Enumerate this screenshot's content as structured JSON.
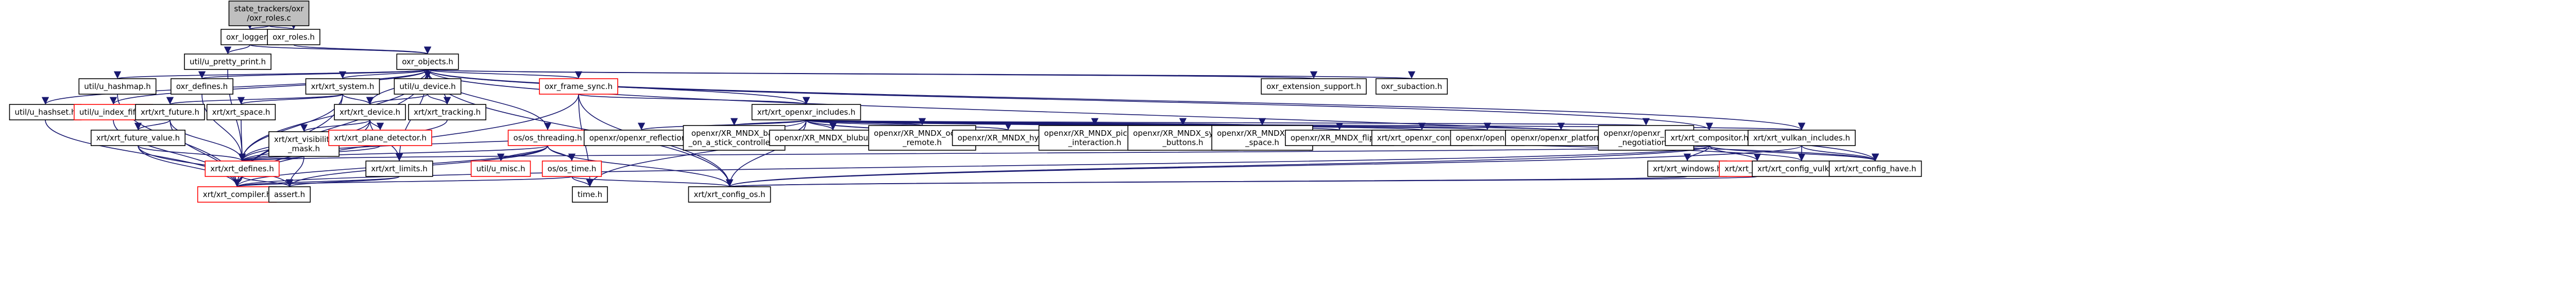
{
  "colors": {
    "edge": "#191970",
    "node_border": "#000000",
    "node_fill": "#ffffff",
    "root_fill": "#bfbfbf",
    "missing_border": "#ff0000"
  },
  "nodes": [
    {
      "id": "root",
      "label": "state_trackers/oxr\n/oxr_roles.c",
      "style": "root"
    },
    {
      "id": "oxr_logger",
      "label": "oxr_logger.h"
    },
    {
      "id": "oxr_roles_h",
      "label": "oxr_roles.h"
    },
    {
      "id": "u_pretty_print",
      "label": "util/u_pretty_print.h"
    },
    {
      "id": "oxr_objects",
      "label": "oxr_objects.h"
    },
    {
      "id": "u_hashmap",
      "label": "util/u_hashmap.h"
    },
    {
      "id": "oxr_defines",
      "label": "oxr_defines.h"
    },
    {
      "id": "u_hashset",
      "label": "util/u_hashset.h"
    },
    {
      "id": "u_index_fifo",
      "label": "util/u_index_fifo.h",
      "style": "missing"
    },
    {
      "id": "xrt_system",
      "label": "xrt/xrt_system.h"
    },
    {
      "id": "xrt_future",
      "label": "xrt/xrt_future.h"
    },
    {
      "id": "xrt_future_value",
      "label": "xrt/xrt_future_value.h"
    },
    {
      "id": "xrt_space",
      "label": "xrt/xrt_space.h"
    },
    {
      "id": "u_device",
      "label": "util/u_device.h"
    },
    {
      "id": "xrt_device",
      "label": "xrt/xrt_device.h"
    },
    {
      "id": "xrt_visibility_mask",
      "label": "xrt/xrt_visibility\n_mask.h"
    },
    {
      "id": "xrt_plane_detector",
      "label": "xrt/xrt_plane_detector.h",
      "style": "missing"
    },
    {
      "id": "xrt_tracking",
      "label": "xrt/xrt_tracking.h"
    },
    {
      "id": "xrt_limits",
      "label": "xrt/xrt_limits.h"
    },
    {
      "id": "xrt_defines",
      "label": "xrt/xrt_defines.h",
      "style": "missing"
    },
    {
      "id": "xrt_compiler",
      "label": "xrt/xrt_compiler.h",
      "style": "missing"
    },
    {
      "id": "assert_h",
      "label": "assert.h"
    },
    {
      "id": "os_threading",
      "label": "os/os_threading.h",
      "style": "missing"
    },
    {
      "id": "u_misc",
      "label": "util/u_misc.h",
      "style": "missing"
    },
    {
      "id": "os_time",
      "label": "os/os_time.h",
      "style": "missing"
    },
    {
      "id": "time_h",
      "label": "time.h"
    },
    {
      "id": "xrt_config_os",
      "label": "xrt/xrt_config_os.h"
    },
    {
      "id": "oxr_frame_sync",
      "label": "oxr_frame_sync.h",
      "style": "missing"
    },
    {
      "id": "xrt_openxr_includes",
      "label": "xrt/xrt_openxr_includes.h"
    },
    {
      "id": "openxr_reflection",
      "label": "openxr/openxr_reflection.h"
    },
    {
      "id": "ball_on_a_stick",
      "label": "openxr/XR_MNDX_ball\n_on_a_stick_controller.h"
    },
    {
      "id": "blubur_s1",
      "label": "openxr/XR_MNDX_blubur_s1.h"
    },
    {
      "id": "oculus_remote",
      "label": "openxr/XR_MNDX_oculus\n_remote.h"
    },
    {
      "id": "hydra",
      "label": "openxr/XR_MNDX_hydra.h"
    },
    {
      "id": "pico_g2",
      "label": "openxr/XR_MNDX_pico_g2\n_interaction.h"
    },
    {
      "id": "system_buttons",
      "label": "openxr/XR_MNDX_system\n_buttons.h"
    },
    {
      "id": "xdev_space",
      "label": "openxr/XR_MNDX_xdev\n_space.h"
    },
    {
      "id": "flipvr",
      "label": "openxr/XR_MNDX_flipvr.h"
    },
    {
      "id": "xrt_openxr_config",
      "label": "xrt/xrt_openxr_config.h"
    },
    {
      "id": "openxr_h",
      "label": "openxr/openxr.h"
    },
    {
      "id": "openxr_platform",
      "label": "openxr/openxr_platform.h"
    },
    {
      "id": "openxr_loader_negotiation",
      "label": "openxr/openxr_loader\n_negotiation.h"
    },
    {
      "id": "xrt_compositor",
      "label": "xrt/xrt_compositor.h"
    },
    {
      "id": "xrt_windows",
      "label": "xrt/xrt_windows.h"
    },
    {
      "id": "xrt_handles",
      "label": "xrt/xrt_handles.h",
      "style": "missing"
    },
    {
      "id": "xrt_vulkan_includes",
      "label": "xrt/xrt_vulkan_includes.h"
    },
    {
      "id": "xrt_config_vulkan",
      "label": "xrt/xrt_config_vulkan.h"
    },
    {
      "id": "xrt_config_have",
      "label": "xrt/xrt_config_have.h"
    },
    {
      "id": "oxr_extension_support",
      "label": "oxr_extension_support.h"
    },
    {
      "id": "oxr_subaction",
      "label": "oxr_subaction.h"
    }
  ],
  "edges": [
    [
      "root",
      "oxr_logger"
    ],
    [
      "root",
      "oxr_roles_h"
    ],
    [
      "oxr_logger",
      "u_pretty_print"
    ],
    [
      "oxr_logger",
      "oxr_objects"
    ],
    [
      "oxr_roles_h",
      "oxr_objects"
    ],
    [
      "u_pretty_print",
      "xrt_defines"
    ],
    [
      "oxr_objects",
      "u_hashmap"
    ],
    [
      "oxr_objects",
      "oxr_defines"
    ],
    [
      "oxr_objects",
      "u_hashset"
    ],
    [
      "oxr_objects",
      "u_index_fifo"
    ],
    [
      "oxr_objects",
      "xrt_system"
    ],
    [
      "oxr_objects",
      "u_device"
    ],
    [
      "oxr_objects",
      "xrt_device"
    ],
    [
      "oxr_objects",
      "xrt_tracking"
    ],
    [
      "oxr_objects",
      "xrt_limits"
    ],
    [
      "oxr_objects",
      "xrt_compiler"
    ],
    [
      "oxr_objects",
      "os_threading"
    ],
    [
      "oxr_objects",
      "oxr_frame_sync"
    ],
    [
      "oxr_objects",
      "xrt_openxr_includes"
    ],
    [
      "oxr_objects",
      "oxr_extension_support"
    ],
    [
      "oxr_objects",
      "oxr_subaction"
    ],
    [
      "oxr_objects",
      "xrt_compositor"
    ],
    [
      "oxr_objects",
      "xrt_vulkan_includes"
    ],
    [
      "oxr_objects",
      "xrt_config_have"
    ],
    [
      "oxr_objects",
      "xrt_defines"
    ],
    [
      "oxr_objects",
      "xrt_config_os"
    ],
    [
      "u_hashmap",
      "xrt_compiler"
    ],
    [
      "u_hashset",
      "xrt_compiler"
    ],
    [
      "u_index_fifo",
      "xrt_compiler"
    ],
    [
      "oxr_defines",
      "xrt_defines"
    ],
    [
      "xrt_system",
      "xrt_future"
    ],
    [
      "xrt_system",
      "xrt_space"
    ],
    [
      "xrt_system",
      "xrt_device"
    ],
    [
      "xrt_system",
      "xrt_defines"
    ],
    [
      "xrt_system",
      "xrt_compiler"
    ],
    [
      "xrt_future",
      "xrt_future_value"
    ],
    [
      "xrt_future",
      "xrt_defines"
    ],
    [
      "xrt_future",
      "xrt_compiler"
    ],
    [
      "xrt_future_value",
      "xrt_defines"
    ],
    [
      "xrt_future_value",
      "assert_h"
    ],
    [
      "xrt_future_value",
      "xrt_compiler"
    ],
    [
      "xrt_space",
      "xrt_defines"
    ],
    [
      "u_device",
      "xrt_device"
    ],
    [
      "u_device",
      "xrt_tracking"
    ],
    [
      "xrt_device",
      "xrt_visibility_mask"
    ],
    [
      "xrt_device",
      "xrt_plane_detector"
    ],
    [
      "xrt_device",
      "xrt_defines"
    ],
    [
      "xrt_device",
      "xrt_limits"
    ],
    [
      "xrt_device",
      "xrt_compiler"
    ],
    [
      "xrt_visibility_mask",
      "xrt_defines"
    ],
    [
      "xrt_visibility_mask",
      "assert_h"
    ],
    [
      "xrt_plane_detector",
      "xrt_defines"
    ],
    [
      "xrt_tracking",
      "xrt_defines"
    ],
    [
      "xrt_limits",
      "xrt_compiler"
    ],
    [
      "xrt_limits",
      "assert_h"
    ],
    [
      "xrt_defines",
      "xrt_compiler"
    ],
    [
      "xrt_defines",
      "assert_h"
    ],
    [
      "os_threading",
      "xrt_compiler"
    ],
    [
      "os_threading",
      "u_misc"
    ],
    [
      "os_threading",
      "os_time"
    ],
    [
      "os_threading",
      "xrt_config_os"
    ],
    [
      "os_threading",
      "assert_h"
    ],
    [
      "os_threading",
      "xrt_defines"
    ],
    [
      "os_time",
      "time_h"
    ],
    [
      "os_time",
      "xrt_config_os"
    ],
    [
      "os_time",
      "xrt_compiler"
    ],
    [
      "oxr_frame_sync",
      "xrt_compiler"
    ],
    [
      "oxr_frame_sync",
      "xrt_config_os"
    ],
    [
      "oxr_frame_sync",
      "time_h"
    ],
    [
      "oxr_frame_sync",
      "xrt_openxr_includes"
    ],
    [
      "xrt_openxr_includes",
      "openxr_reflection"
    ],
    [
      "xrt_openxr_includes",
      "ball_on_a_stick"
    ],
    [
      "xrt_openxr_includes",
      "blubur_s1"
    ],
    [
      "xrt_openxr_includes",
      "oculus_remote"
    ],
    [
      "xrt_openxr_includes",
      "hydra"
    ],
    [
      "xrt_openxr_includes",
      "pico_g2"
    ],
    [
      "xrt_openxr_includes",
      "system_buttons"
    ],
    [
      "xrt_openxr_includes",
      "xdev_space"
    ],
    [
      "xrt_openxr_includes",
      "flipvr"
    ],
    [
      "xrt_openxr_includes",
      "xrt_openxr_config"
    ],
    [
      "xrt_openxr_includes",
      "openxr_h"
    ],
    [
      "xrt_openxr_includes",
      "openxr_platform"
    ],
    [
      "xrt_openxr_includes",
      "openxr_loader_negotiation"
    ],
    [
      "xrt_openxr_includes",
      "xrt_vulkan_includes"
    ],
    [
      "xrt_openxr_includes",
      "xrt_config_vulkan"
    ],
    [
      "xrt_openxr_includes",
      "xrt_config_have"
    ],
    [
      "xrt_openxr_includes",
      "xrt_config_os"
    ],
    [
      "xrt_openxr_includes",
      "xrt_defines"
    ],
    [
      "xrt_openxr_includes",
      "time_h"
    ],
    [
      "xrt_compositor",
      "xrt_defines"
    ],
    [
      "xrt_compositor",
      "xrt_windows"
    ],
    [
      "xrt_compositor",
      "xrt_handles"
    ],
    [
      "xrt_compositor",
      "xrt_config_os"
    ],
    [
      "xrt_compositor",
      "xrt_config_have"
    ],
    [
      "xrt_compositor",
      "xrt_vulkan_includes"
    ],
    [
      "xrt_compositor",
      "xrt_compiler"
    ],
    [
      "xrt_windows",
      "xrt_config_os"
    ],
    [
      "xrt_handles",
      "xrt_config_os"
    ],
    [
      "xrt_vulkan_includes",
      "xrt_config_vulkan"
    ],
    [
      "xrt_vulkan_includes",
      "xrt_config_have"
    ],
    [
      "xrt_vulkan_includes",
      "xrt_config_os"
    ]
  ]
}
